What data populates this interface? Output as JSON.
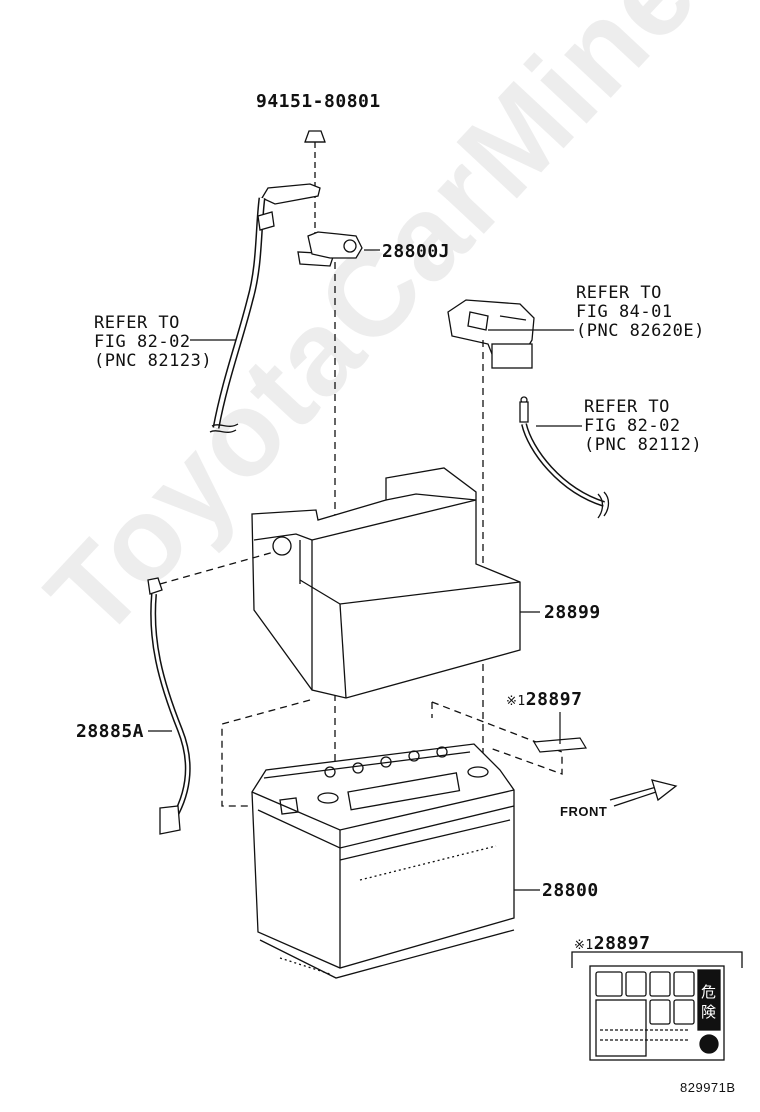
{
  "watermark": "ToyotaCarMine.ru",
  "diagram_id": "829971B",
  "parts": {
    "clamp_nut": "94151-80801",
    "terminal_j": "28800J",
    "cover": "28899",
    "cable_a": "28885A",
    "label_ref": "28897",
    "battery": "28800"
  },
  "refs": {
    "left": [
      "REFER TO",
      "FIG 82-02",
      "(PNC 82123)"
    ],
    "fuse": [
      "REFER TO",
      "FIG 84-01",
      "(PNC 82620E)"
    ],
    "right": [
      "REFER TO",
      "FIG 82-02",
      "(PNC 82112)"
    ]
  },
  "note_mark": "※1",
  "front_label": "FRONT",
  "caution_sticker": {
    "title": "28897",
    "mark": "※1",
    "kanji": [
      "危",
      "険"
    ]
  }
}
